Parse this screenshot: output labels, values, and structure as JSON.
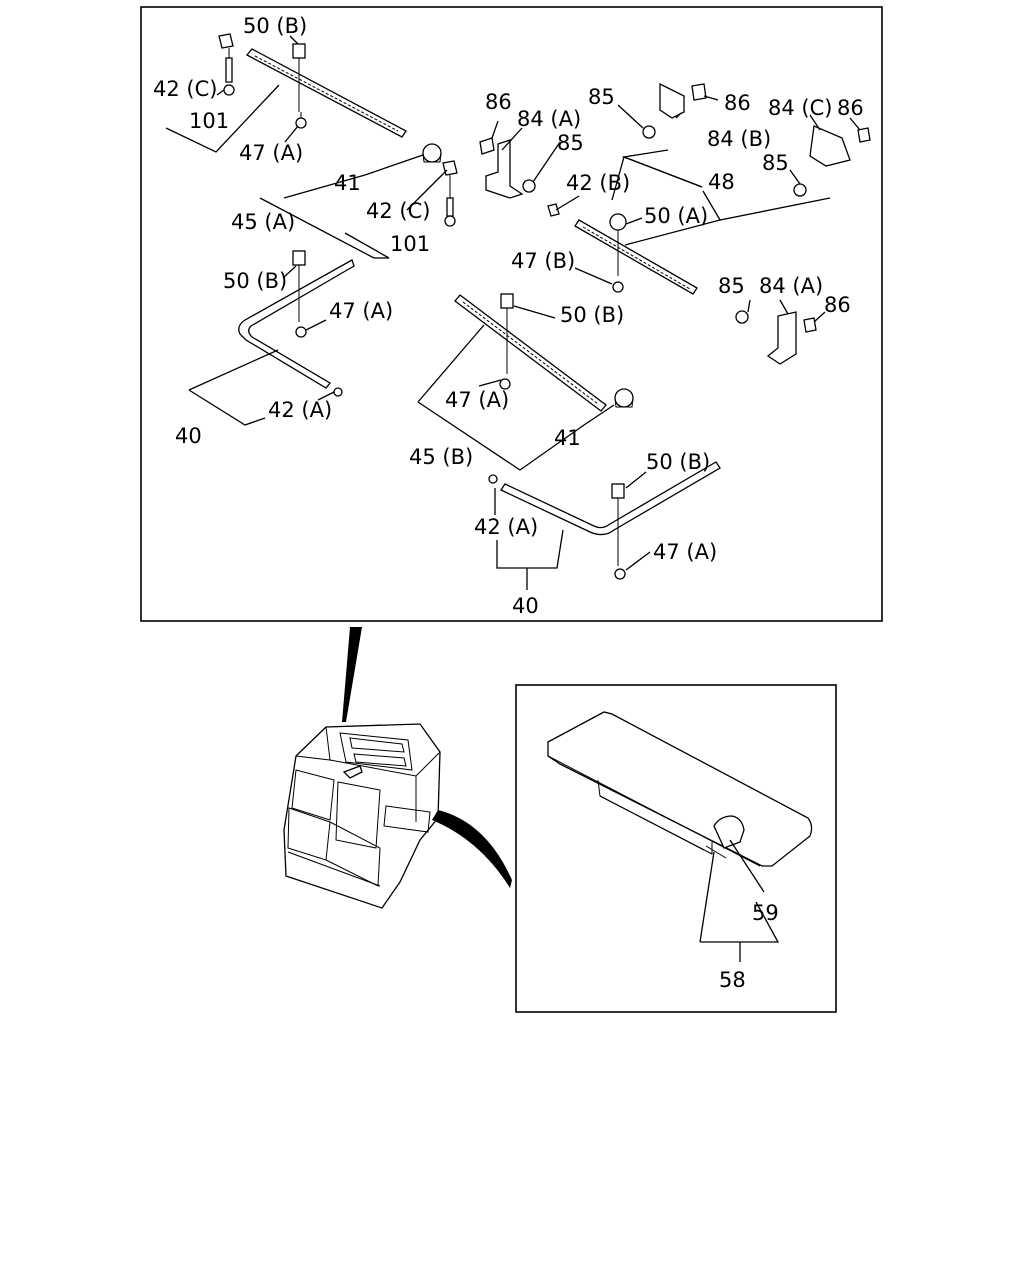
{
  "labels": {
    "l50b_1": "50 (B)",
    "l42c_1": "42 (C)",
    "l101_1": "101",
    "l47a_1": "47 (A)",
    "l41_1": "41",
    "l42c_2": "42 (C)",
    "l45a": "45 (A)",
    "l101_2": "101",
    "l50b_2": "50 (B)",
    "l47a_2": "47 (A)",
    "l42a_1": "42 (A)",
    "l40_1": "40",
    "l86_1": "86",
    "l84a_1": "84 (A)",
    "l85_1": "85",
    "l85_2": "85",
    "l86_2": "86",
    "l84b": "84 (B)",
    "l84c": "84 (C)",
    "l86_3": "86",
    "l85_3": "85",
    "l42b": "42 (B)",
    "l48": "48",
    "l50a": "50 (A)",
    "l47b": "47 (B)",
    "l85_4": "85",
    "l84a_2": "84 (A)",
    "l86_4": "86",
    "l50b_3": "50 (B)",
    "l47a_3": "47 (A)",
    "l45b": "45 (B)",
    "l41_2": "41",
    "l50b_4": "50 (B)",
    "l42a_2": "42 (A)",
    "l47a_4": "47 (A)",
    "l40_2": "40",
    "l59": "59",
    "l58": "58"
  }
}
